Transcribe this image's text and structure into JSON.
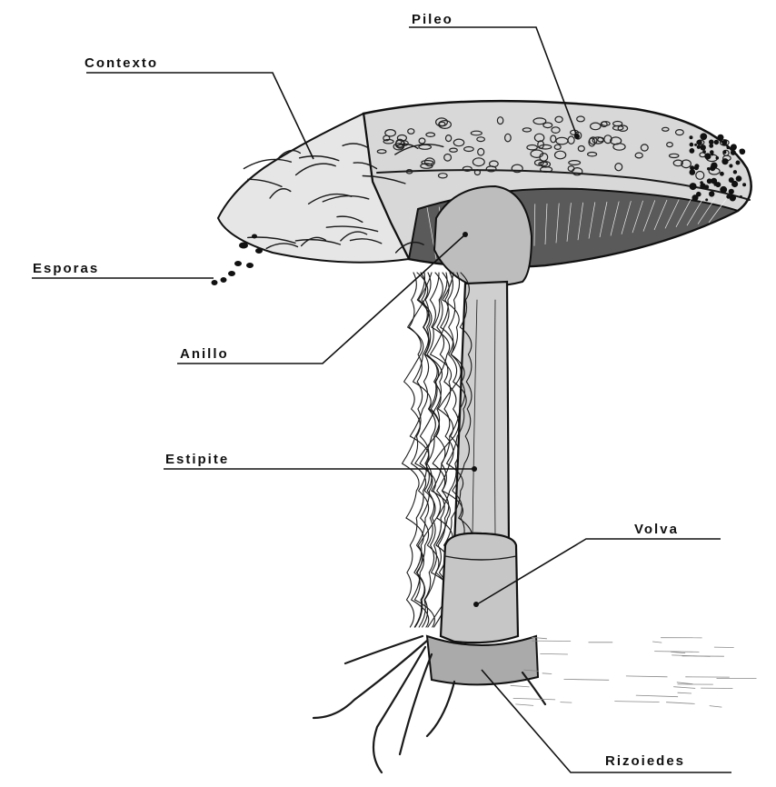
{
  "diagram": {
    "labels": {
      "pileo": "Pileo",
      "contexto": "Contexto",
      "esporas": "Esporas",
      "anillo": "Anillo",
      "estipite": "Estipite",
      "volva": "Volva",
      "rizoides": "Rizoiedes"
    }
  }
}
